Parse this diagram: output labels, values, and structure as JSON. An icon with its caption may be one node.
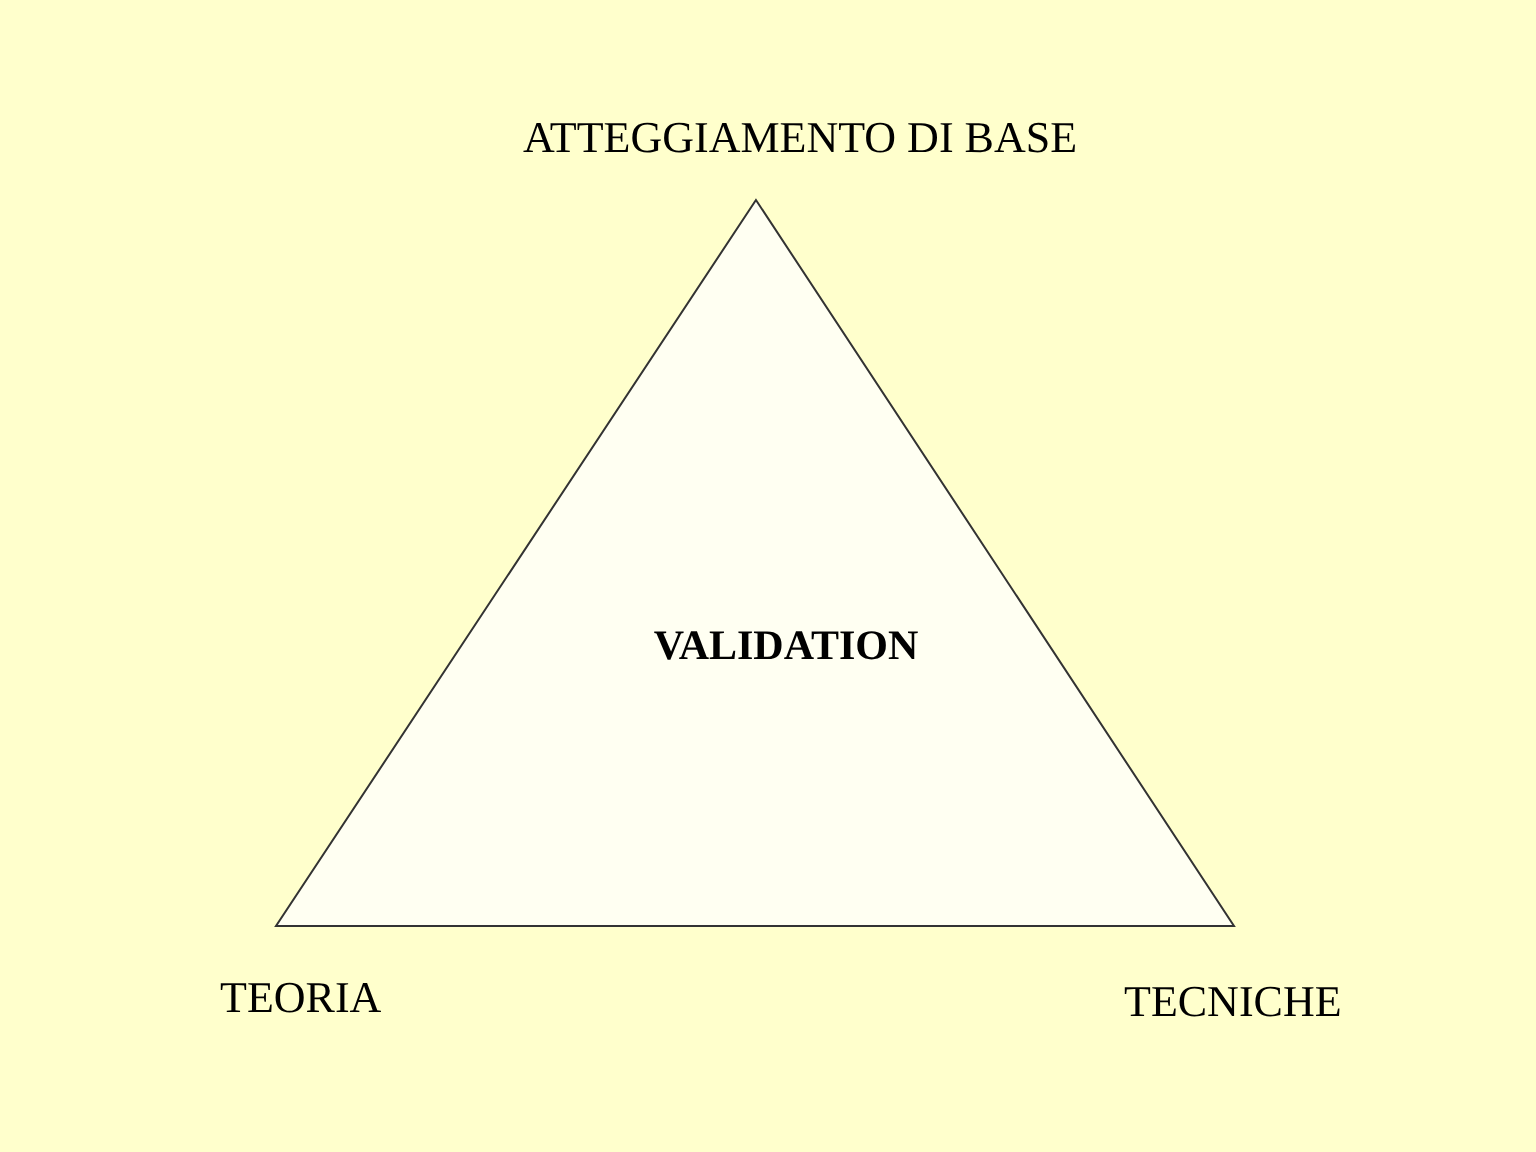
{
  "diagram": {
    "nodes": [
      {
        "text": [
          "VALIDATION"
        ]
      }
    ],
    "labels": [
      "ATTEGGIAMENTO DI BASE",
      "TEORIA",
      "TECNICHE"
    ]
  }
}
